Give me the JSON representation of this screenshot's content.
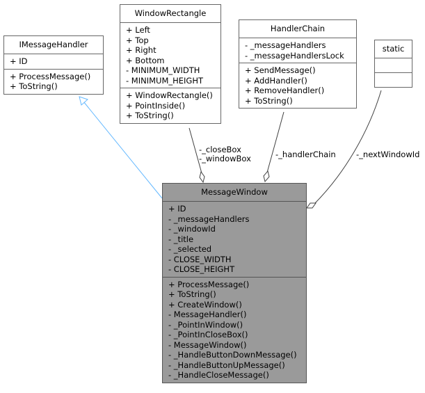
{
  "classes": {
    "imessagehandler": {
      "name": "IMessageHandler",
      "attributes": [
        "+ ID"
      ],
      "operations": [
        "+ ProcessMessage()",
        "+ ToString()"
      ]
    },
    "windowrectangle": {
      "name": "WindowRectangle",
      "attributes": [
        "+ Left",
        "+ Top",
        "+ Right",
        "+ Bottom",
        "- MINIMUM_WIDTH",
        "- MINIMUM_HEIGHT"
      ],
      "operations": [
        "+ WindowRectangle()",
        "+ PointInside()",
        "+ ToString()"
      ]
    },
    "handlerchain": {
      "name": "HandlerChain",
      "attributes": [
        "- _messageHandlers",
        "- _messageHandlersLock"
      ],
      "operations": [
        "+ SendMessage()",
        "+ AddHandler()",
        "+ RemoveHandler()",
        "+ ToString()"
      ]
    },
    "static": {
      "name": "static"
    },
    "messagewindow": {
      "name": "MessageWindow",
      "attributes": [
        "+ ID",
        "- _messageHandlers",
        "- _windowId",
        "- _title",
        "- _selected",
        "- CLOSE_WIDTH",
        "- CLOSE_HEIGHT"
      ],
      "operations": [
        "+ ProcessMessage()",
        "+ ToString()",
        "+ CreateWindow()",
        "- MessageHandler()",
        "- _PointInWindow()",
        "- _PointInCloseBox()",
        "- MessageWindow()",
        "- _HandleButtonDownMessage()",
        "- _HandleButtonUpMessage()",
        "- _HandleCloseMessage()"
      ]
    }
  },
  "edges": {
    "windowrectangle_labels": [
      "-_closeBox",
      "-_windowBox"
    ],
    "handlerchain_label": "-_handlerChain",
    "static_label": "-_nextWindowId"
  },
  "colors": {
    "box_border": "#666666",
    "focus_fill": "#9a9a9a",
    "inheritance_edge": "#63b8ff",
    "association_edge": "#404040"
  }
}
